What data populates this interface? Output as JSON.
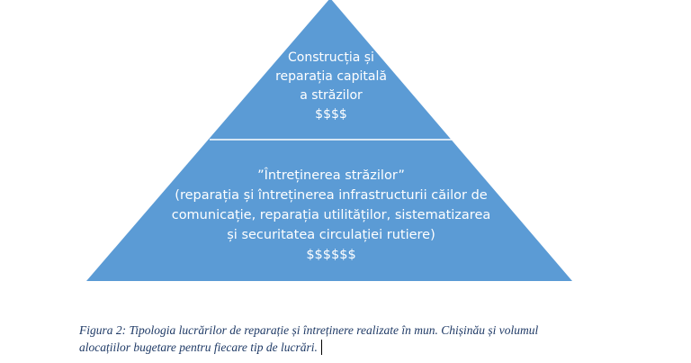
{
  "colors": {
    "pyramid_fill": "#5b9bd5",
    "divider": "#ffffff",
    "tier_text": "#ffffff",
    "caption_text": "#1f3a66"
  },
  "pyramid": {
    "top_tier": {
      "lines": [
        "Construcția și",
        "reparația capitală",
        "a străzilor",
        "$$$$"
      ]
    },
    "bottom_tier": {
      "lines": [
        "”Întreținerea străzilor”",
        "(reparația și întreținerea infrastructurii căilor de",
        "comunicație, reparația utilităților, sistematizarea",
        "și securitatea circulației rutiere)",
        "$$$$$$"
      ]
    }
  },
  "caption": {
    "lines": [
      "Figura 2: Tipologia lucrărilor de reparație și întreținere realizate în mun. Chișinău și volumul",
      "alocațiilor bugetare pentru fiecare tip de lucrări."
    ]
  }
}
